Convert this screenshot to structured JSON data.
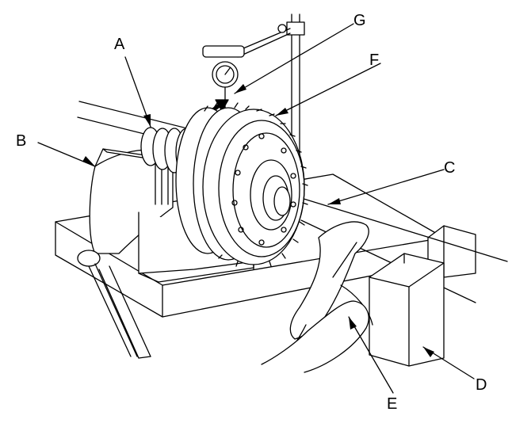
{
  "callouts": {
    "a": "A",
    "b": "B",
    "c": "C",
    "d": "D",
    "e": "E",
    "f": "F",
    "g": "G"
  },
  "colors": {
    "line": "#000000",
    "fill": "#ffffff",
    "shade": "#e6e6e6"
  }
}
